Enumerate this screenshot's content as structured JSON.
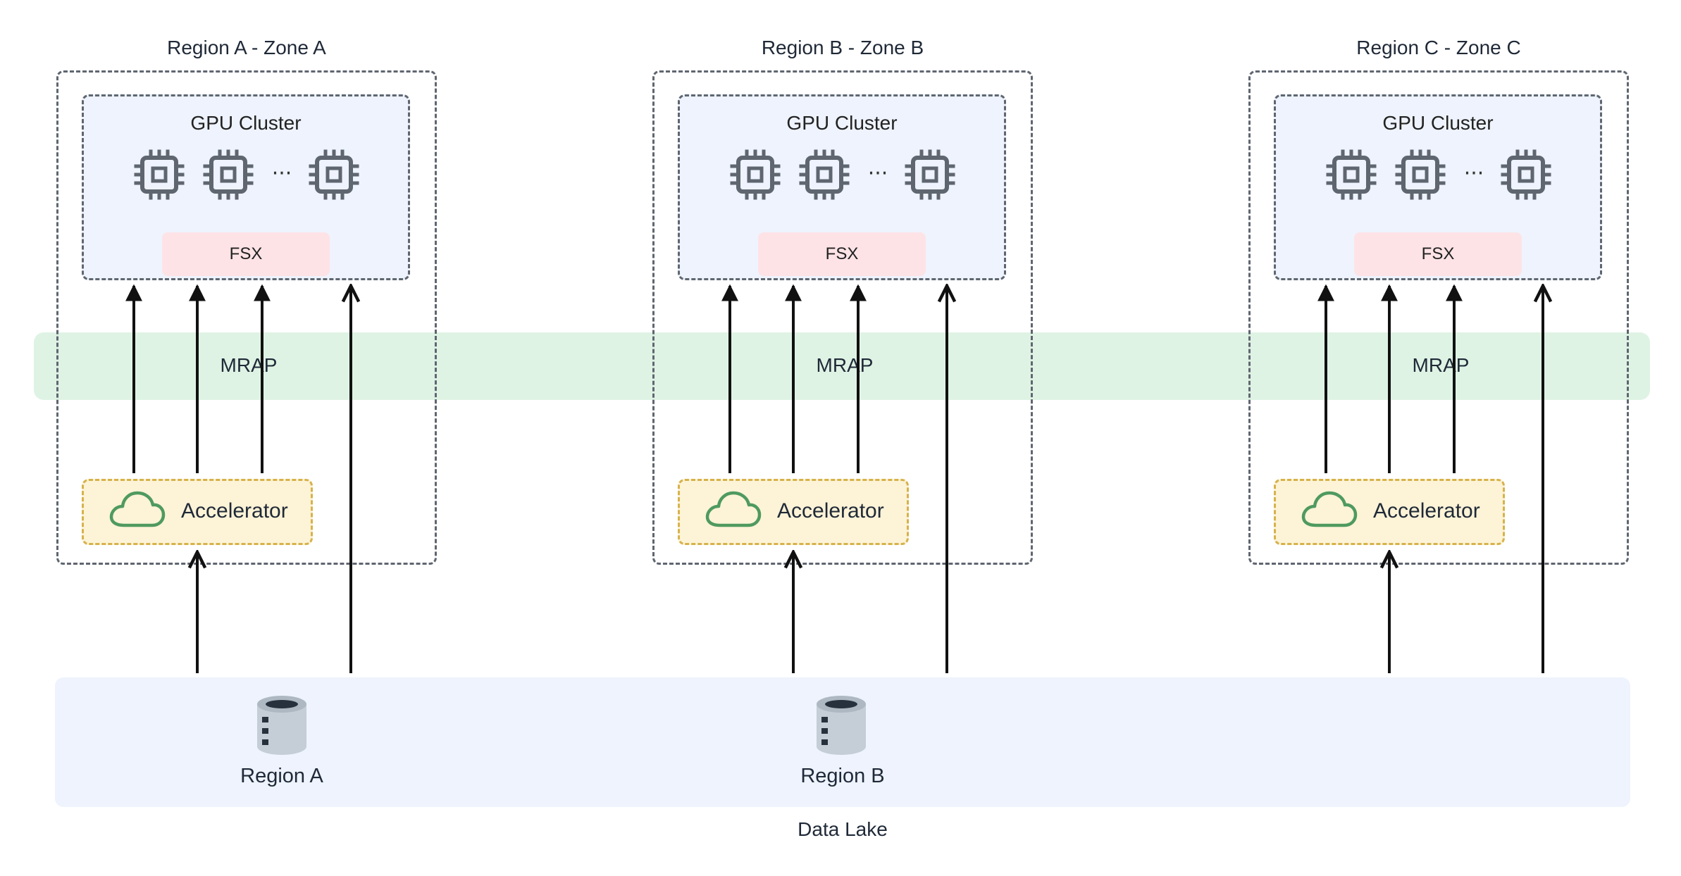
{
  "zones": [
    {
      "title": "Region A - Zone A",
      "cluster_title": "GPU Cluster",
      "storage_label": "FSX",
      "mrap_label": "MRAP",
      "accelerator_label": "Accelerator",
      "ellipsis": "···"
    },
    {
      "title": "Region B - Zone B",
      "cluster_title": "GPU Cluster",
      "storage_label": "FSX",
      "mrap_label": "MRAP",
      "accelerator_label": "Accelerator",
      "ellipsis": "···"
    },
    {
      "title": "Region C - Zone C",
      "cluster_title": "GPU Cluster",
      "storage_label": "FSX",
      "mrap_label": "MRAP",
      "accelerator_label": "Accelerator",
      "ellipsis": "···"
    }
  ],
  "data_lake": {
    "label": "Data Lake",
    "regions": [
      {
        "label": "Region A"
      },
      {
        "label": "Region B"
      }
    ]
  },
  "colors": {
    "cluster_bg": "#eef3fd",
    "fsx_bg": "#fde3e6",
    "mrap_bg": "#dff3e5",
    "accelerator_bg": "#fdf3d7",
    "accelerator_border": "#d6b24a",
    "cloud_icon": "#4f9a5f",
    "chip_icon": "#5f6670"
  }
}
